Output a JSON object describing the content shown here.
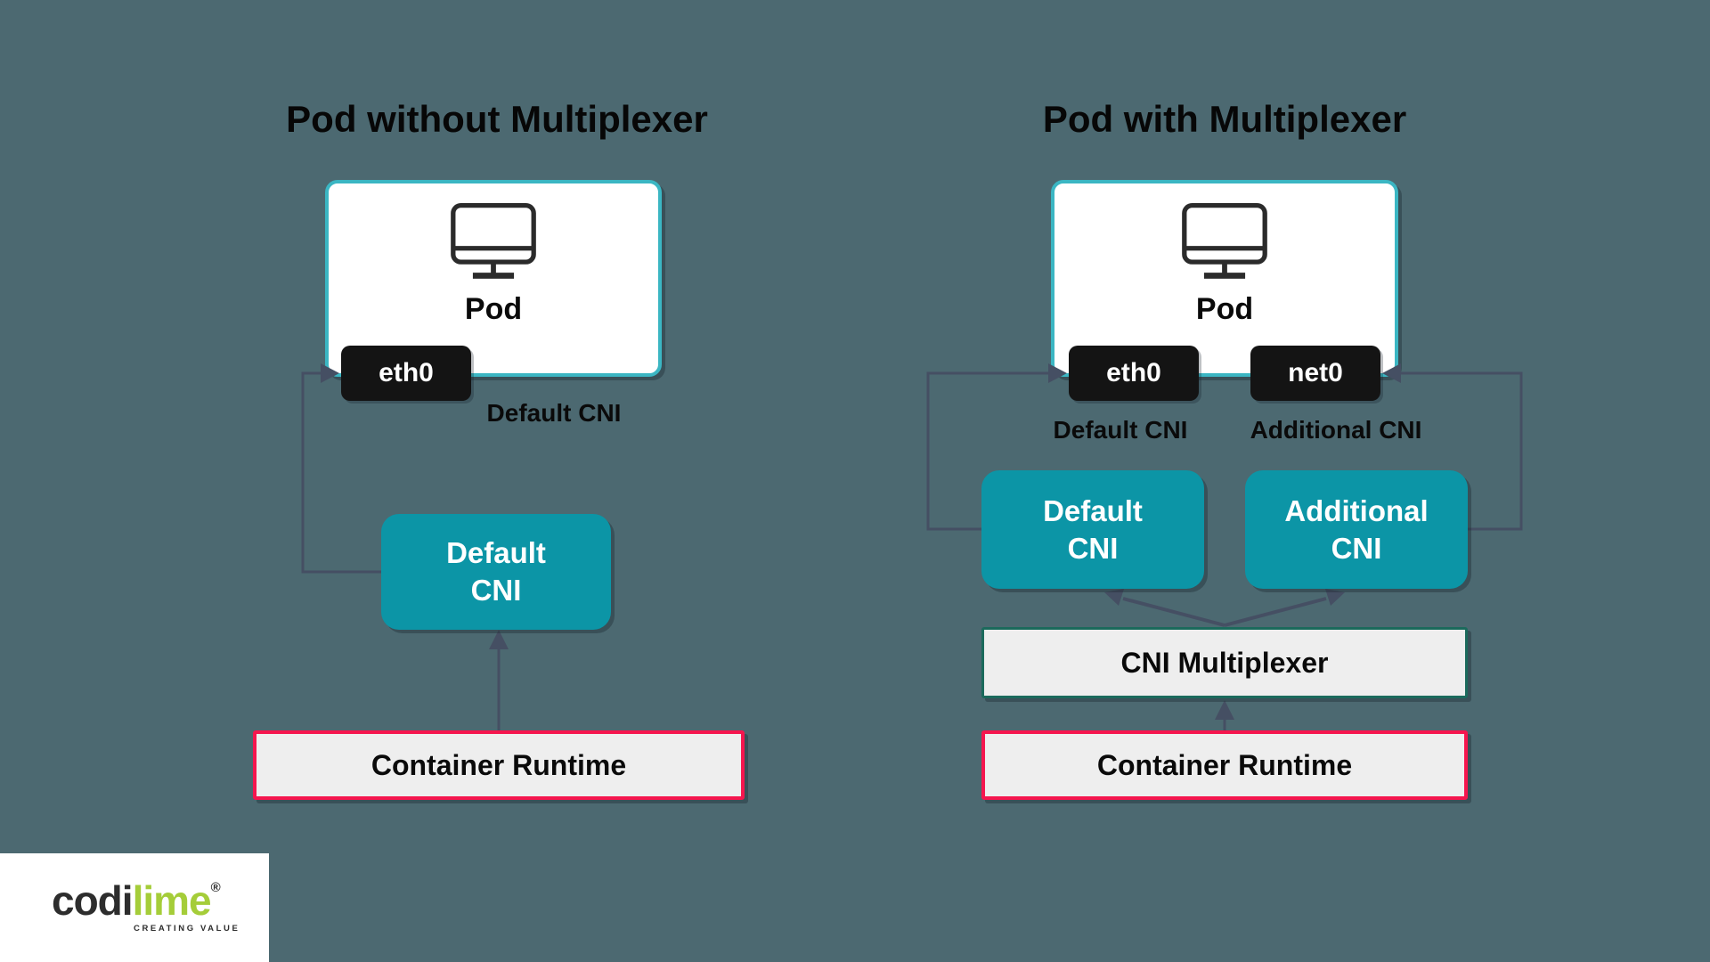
{
  "colors": {
    "background": "#4C6971",
    "pod_border_teal": "#3BB6C3",
    "cni_box_teal": "#0C95A6",
    "badge_black": "#141414",
    "runtime_border_red": "#F5164E",
    "multiplexer_border_green": "#1B6A5C",
    "light_box_fill": "#EEEEEE",
    "connector_slate": "#454F63",
    "logo_lime_green": "#A5CD39"
  },
  "left_diagram": {
    "title": "Pod without Multiplexer",
    "pod_label": "Pod",
    "interface_badge": "eth0",
    "interface_label": "Default CNI",
    "cni_box": {
      "line1": "Default",
      "line2": "CNI"
    },
    "runtime_label": "Container Runtime"
  },
  "right_diagram": {
    "title": "Pod with Multiplexer",
    "pod_label": "Pod",
    "interfaces": [
      {
        "badge": "eth0",
        "label": "Default CNI"
      },
      {
        "badge": "net0",
        "label": "Additional CNI"
      }
    ],
    "cni_boxes": [
      {
        "line1": "Default",
        "line2": "CNI"
      },
      {
        "line1": "Additional",
        "line2": "CNI"
      }
    ],
    "multiplexer_label": "CNI Multiplexer",
    "runtime_label": "Container Runtime"
  },
  "logo": {
    "brand_prefix": "codi",
    "brand_suffix": "lime",
    "registered_mark": "®",
    "tagline": "CREATING VALUE"
  }
}
